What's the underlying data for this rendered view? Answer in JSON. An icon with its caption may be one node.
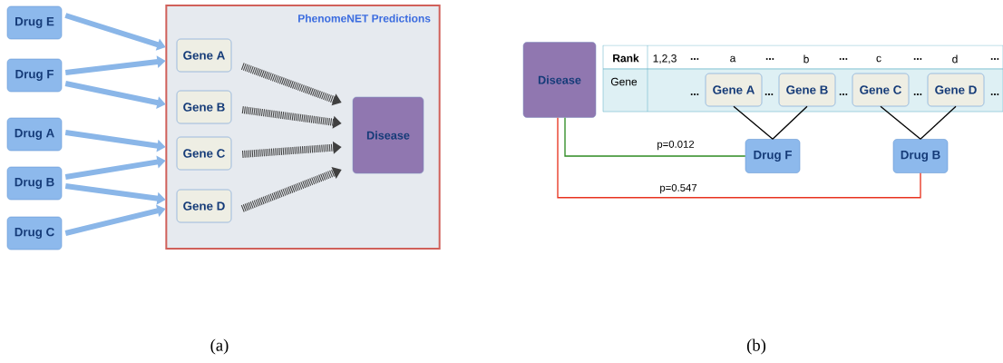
{
  "diagram": {
    "nodes": [
      {
        "text": [
          "Drug E"
        ]
      },
      {
        "text": [
          "Drug F"
        ]
      },
      {
        "text": [
          "Drug A"
        ]
      },
      {
        "text": [
          "Drug B"
        ]
      },
      {
        "text": [
          "Drug C"
        ]
      },
      {
        "text": [
          "PhenomeNET Predictions"
        ]
      },
      {
        "text": [
          "Gene A"
        ],
        "in": 5
      },
      {
        "text": [
          "Gene B"
        ],
        "in": 5
      },
      {
        "text": [
          "Gene C"
        ],
        "in": 5
      },
      {
        "text": [
          "Gene D"
        ],
        "in": 5
      },
      {
        "text": [
          "Disease"
        ],
        "in": 5
      },
      {
        "text": [
          "Disease"
        ]
      },
      {
        "text": [
          "Gene A"
        ]
      },
      {
        "text": [
          "Gene B"
        ]
      },
      {
        "text": [
          "Gene C"
        ]
      },
      {
        "text": [
          "Gene D"
        ]
      },
      {
        "text": [
          "Drug F"
        ]
      },
      {
        "text": [
          "Drug B"
        ]
      }
    ],
    "edges": [
      {
        "from": 0,
        "to": 6,
        "arrow": "to"
      },
      {
        "from": 1,
        "to": 6,
        "arrow": "to"
      },
      {
        "from": 1,
        "to": 7,
        "arrow": "to"
      },
      {
        "from": 2,
        "to": 8,
        "arrow": "to"
      },
      {
        "from": 3,
        "to": 8,
        "arrow": "to"
      },
      {
        "from": 3,
        "to": 9,
        "arrow": "to"
      },
      {
        "from": 4,
        "to": 9,
        "arrow": "to"
      },
      {
        "from": 6,
        "to": 10,
        "arrow": "to",
        "style": "dashed",
        "color": "#404040"
      },
      {
        "from": 7,
        "to": 10,
        "arrow": "to",
        "style": "dashed",
        "color": "#404040"
      },
      {
        "from": 8,
        "to": 10,
        "arrow": "to",
        "style": "dashed",
        "color": "#404040"
      },
      {
        "from": 9,
        "to": 10,
        "arrow": "to",
        "style": "dashed",
        "color": "#404040"
      },
      {
        "from": 12,
        "to": 16,
        "arrow": "none",
        "color": "#000000"
      },
      {
        "from": 13,
        "to": 16,
        "arrow": "none",
        "color": "#000000"
      },
      {
        "from": 14,
        "to": 17,
        "arrow": "none",
        "color": "#000000"
      },
      {
        "from": 15,
        "to": 17,
        "arrow": "none",
        "color": "#000000"
      },
      {
        "from": 11,
        "to": 16,
        "arrow": "none",
        "label": "p=0.012",
        "color": "#2e8b22"
      },
      {
        "from": 11,
        "to": 17,
        "arrow": "none",
        "label": "p=0.547",
        "color": "#e8321e"
      }
    ],
    "labels": [
      "Rank",
      "1,2,3",
      "...",
      "a",
      "...",
      "b",
      "...",
      "c",
      "...",
      "d",
      "...",
      "Gene",
      "...",
      "...",
      "...",
      "...",
      "...",
      "(a)",
      "(b)"
    ]
  }
}
